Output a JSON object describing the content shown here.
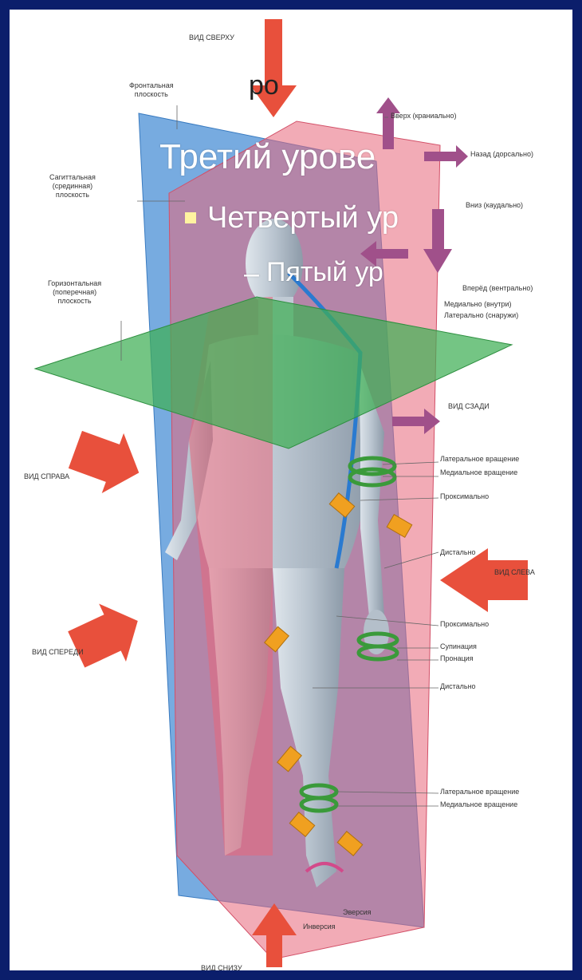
{
  "slide": {
    "title_fragment": "ро",
    "level3": "Третий урове",
    "level4": "Четвертый ур",
    "level5": "Пятый ур",
    "level5_bullet": "–"
  },
  "colors": {
    "frame": "#0b1e6b",
    "sagittal_plane": "#e8667a",
    "frontal_plane": "#4a8fd6",
    "transverse_plane": "#3fae55",
    "arrow_red": "#e8503c",
    "arrow_purple": "#a0508a",
    "arrow_orange": "#f0a020",
    "ring_green": "#3a9a3a"
  },
  "labels": {
    "top_view": "ВИД СВЕРХУ",
    "frontal_plane": "Фронтальная\nплоскость",
    "sagittal_plane": "Сагиттальная\n(срединная)\nплоскость",
    "transverse_plane": "Горизонтальная\n(поперечная)\nплоскость",
    "upward": "Вверх (краниально)",
    "nasal": "Назад (дорсально)",
    "down": "Вниз (каудально)",
    "forward": "Вперёд (вентрально)",
    "medial": "Медиально (внутри)",
    "lateral": "Латерально (снаружи)",
    "rear_view": "ВИД СЗАДИ",
    "right_view": "ВИД СПРАВА",
    "lateral_rotation": "Латеральное вращение",
    "medial_rotation": "Медиальное вращение",
    "proximal": "Проксимально",
    "distal": "Дистально",
    "left_view": "ВИД СЛЕВА",
    "front_view": "ВИД СПЕРЕДИ",
    "proximal2": "Проксимально",
    "supination": "Супинация",
    "pronation": "Пронация",
    "distal2": "Дистально",
    "lateral_rotation2": "Латеральное вращение",
    "medial_rotation2": "Медиальное вращение",
    "eversion": "Эверсия",
    "inversion": "Инверсия",
    "bottom_view": "ВИД СНИЗУ"
  }
}
